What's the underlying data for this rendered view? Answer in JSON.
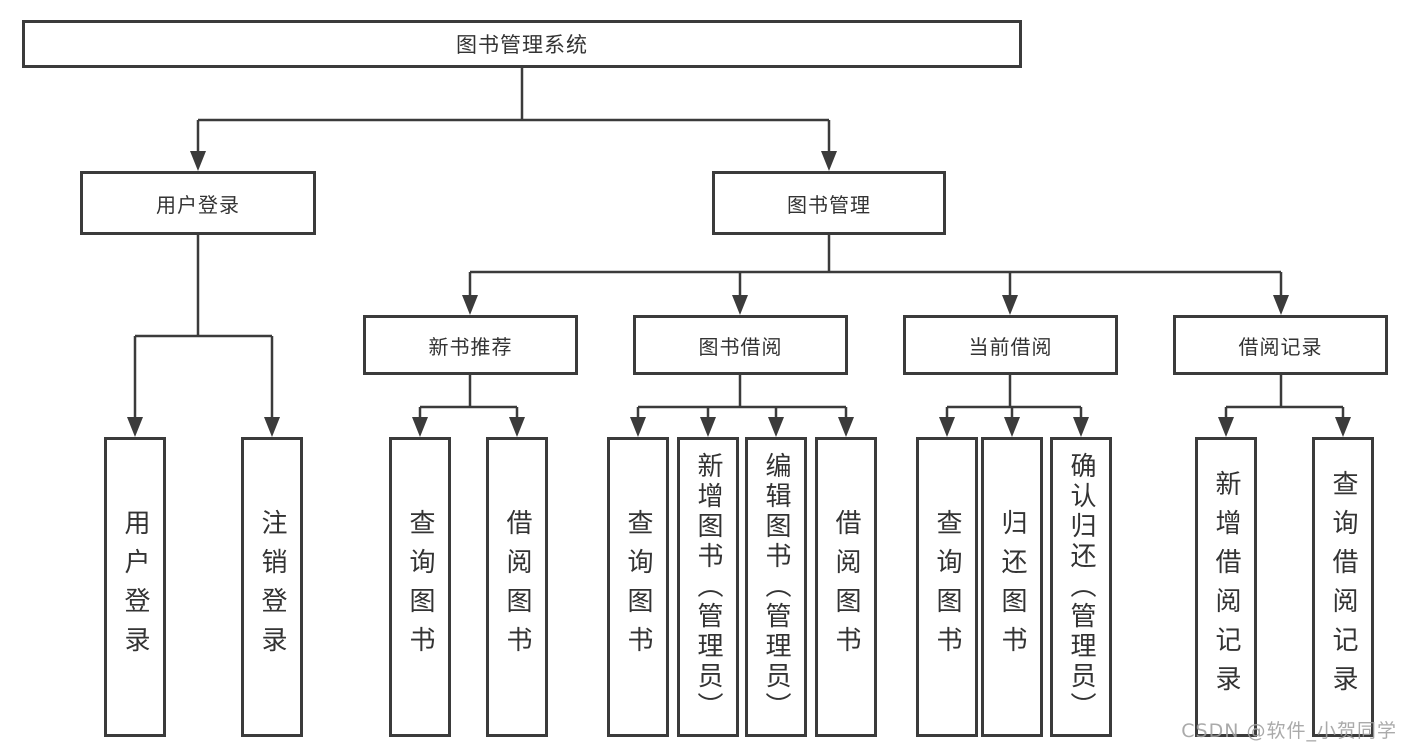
{
  "diagram": {
    "title": "图书管理系统",
    "branches": {
      "user_login": {
        "label": "用户登录",
        "children": [
          "用户登录",
          "注销登录"
        ]
      },
      "book_management": {
        "label": "图书管理",
        "sections": [
          {
            "label": "新书推荐",
            "children": [
              "查询图书",
              "借阅图书"
            ]
          },
          {
            "label": "图书借阅",
            "children": [
              "查询图书",
              "新增图书（管理员）",
              "编辑图书（管理员）",
              "借阅图书"
            ]
          },
          {
            "label": "当前借阅",
            "children": [
              "查询图书",
              "归还图书",
              "确认归还（管理员）"
            ]
          },
          {
            "label": "借阅记录",
            "children": [
              "新增借阅记录",
              "查询借阅记录"
            ]
          }
        ]
      }
    }
  },
  "colors": {
    "line": "#3b3b3b",
    "border": "#3b3b3b",
    "text": "#333333",
    "watermark": "#9e9e9e"
  },
  "watermark": "CSDN @软件_小贺同学"
}
